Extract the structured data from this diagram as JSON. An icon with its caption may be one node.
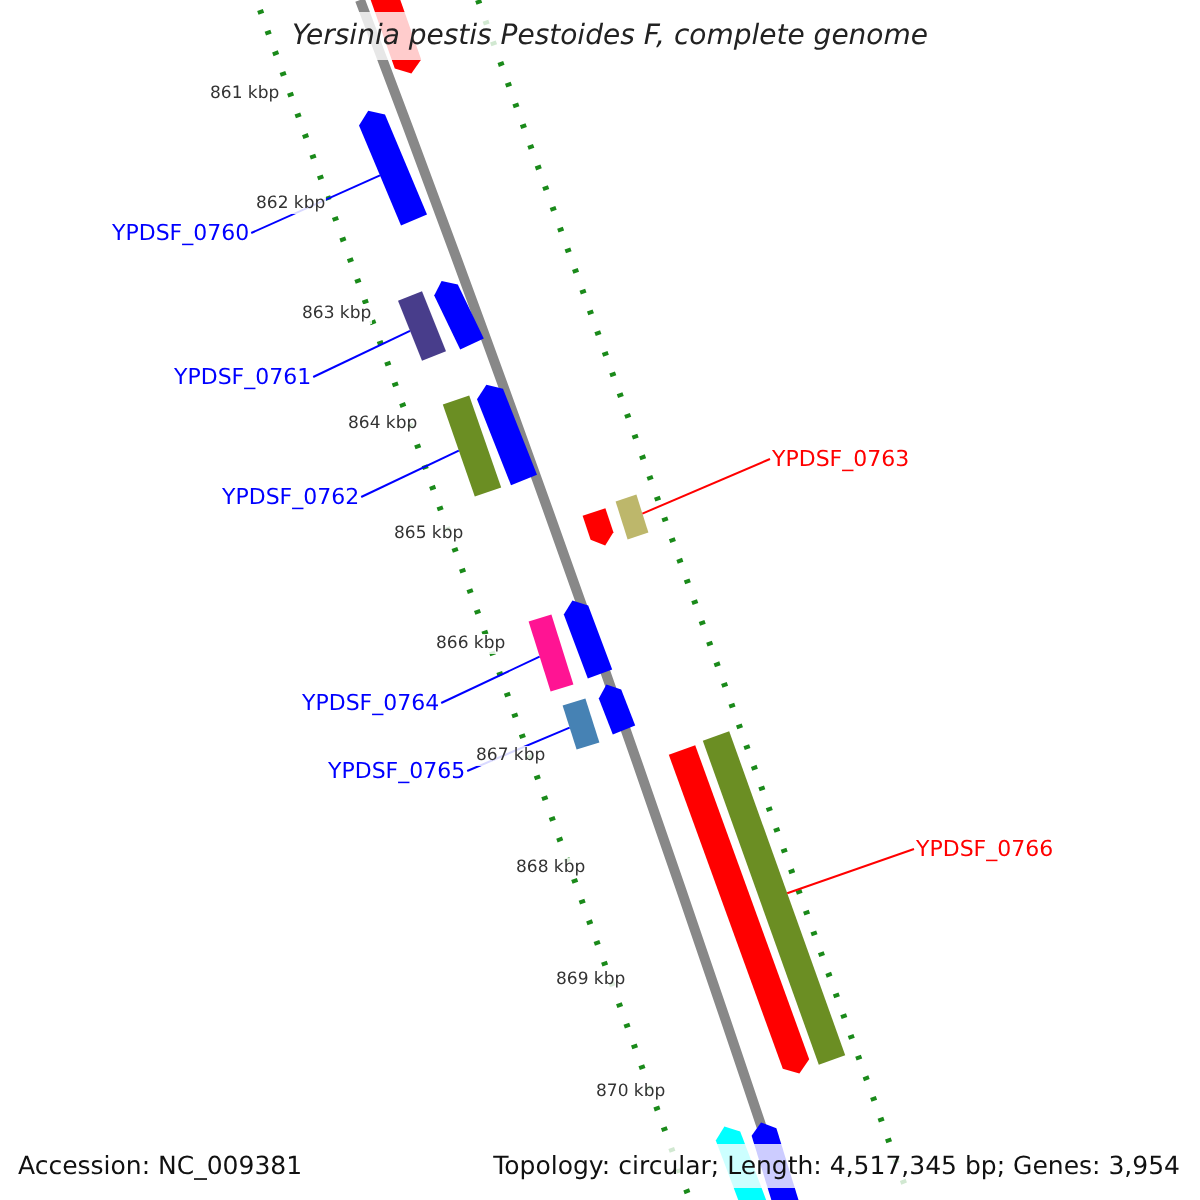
{
  "diagram": {
    "title": "Yersinia pestis Pestoides F, complete genome",
    "nodes": [
      {
        "text": [
          "YPDSF_0760"
        ]
      },
      {
        "text": [
          "YPDSF_0761"
        ]
      },
      {
        "text": [
          "YPDSF_0762"
        ]
      },
      {
        "text": [
          "YPDSF_0763"
        ]
      },
      {
        "text": [
          "YPDSF_0764"
        ]
      },
      {
        "text": [
          "YPDSF_0765"
        ]
      },
      {
        "text": [
          "YPDSF_0766"
        ]
      },
      {
        "text": [],
        "shape": "bar"
      },
      {
        "text": [],
        "shape": "bar"
      },
      {
        "text": [],
        "shape": "bar"
      },
      {
        "text": [],
        "shape": "bar"
      },
      {
        "text": [],
        "shape": "bar"
      },
      {
        "text": [],
        "shape": "bar"
      },
      {
        "text": [],
        "shape": "bar"
      },
      {
        "text": [],
        "shape": "bar"
      },
      {
        "text": [],
        "shape": "bar"
      },
      {
        "text": [],
        "shape": "bar"
      },
      {
        "text": [],
        "shape": "bar"
      },
      {
        "text": [],
        "shape": "bar"
      },
      {
        "text": [],
        "shape": "bar"
      },
      {
        "text": [],
        "shape": "bar"
      },
      {
        "text": [],
        "shape": "bar"
      },
      {
        "text": [],
        "shape": "bar"
      }
    ],
    "edges": [
      {
        "from": 0,
        "to": 8,
        "arrow": "none"
      },
      {
        "from": 1,
        "to": 9,
        "arrow": "none"
      },
      {
        "from": 2,
        "to": 11,
        "arrow": "none"
      },
      {
        "from": 3,
        "to": 14,
        "arrow": "none",
        "color": "#ff0000"
      },
      {
        "from": 4,
        "to": 15,
        "arrow": "none"
      },
      {
        "from": 5,
        "to": 17,
        "arrow": "none"
      },
      {
        "from": 6,
        "to": 20,
        "arrow": "none",
        "color": "#ff0000"
      }
    ],
    "labels": [
      "861 kbp",
      "862 kbp",
      "863 kbp",
      "864 kbp",
      "865 kbp",
      "866 kbp",
      "867 kbp",
      "868 kbp",
      "869 kbp",
      "870 kbp",
      "Accession: NC_009381",
      "Topology: circular; Length: 4,517,345 bp; Genes: 3,954"
    ]
  }
}
